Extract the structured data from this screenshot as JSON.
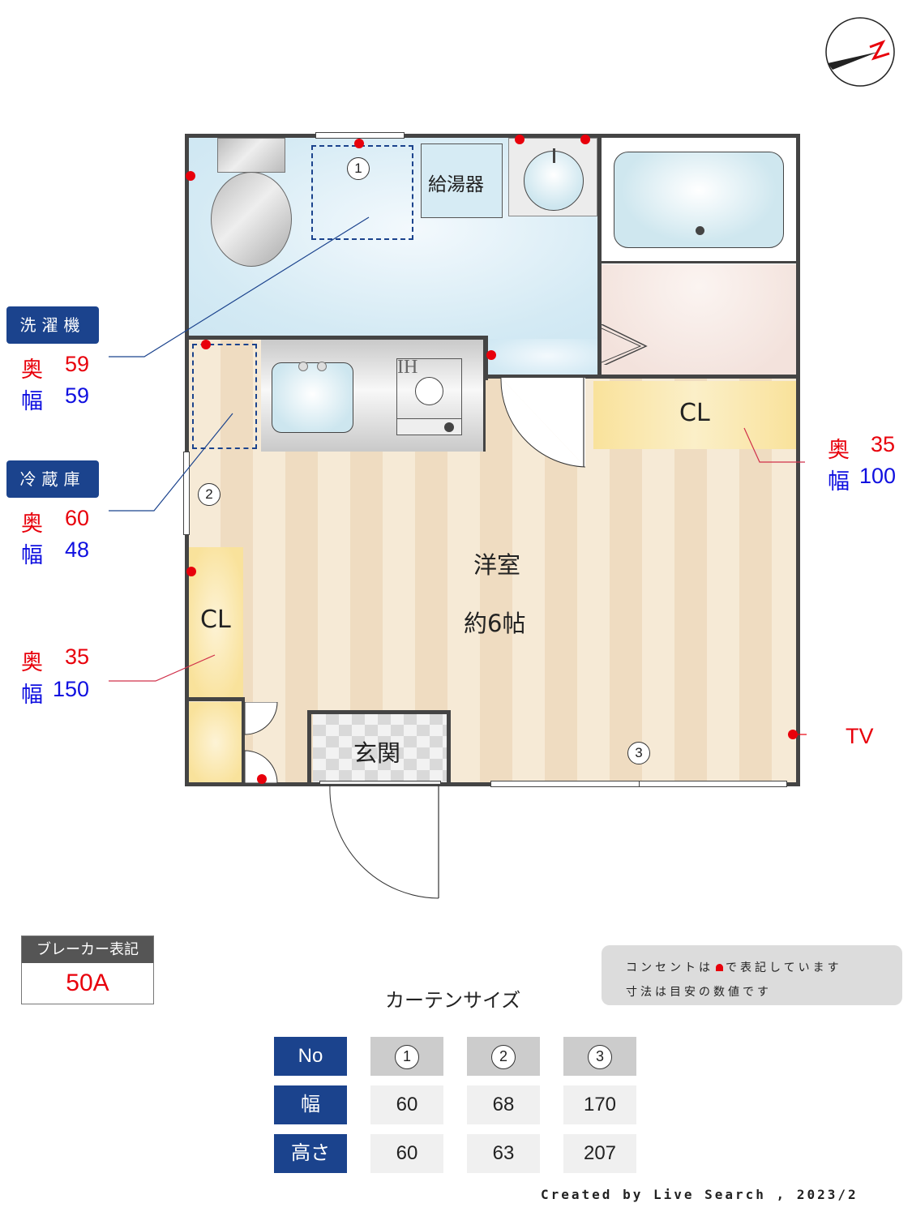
{
  "compass": {
    "label": "N",
    "icon": "north-arrow-icon"
  },
  "rooms": {
    "water_heater": "給湯器",
    "western_room": "洋室",
    "western_room_size": "約6帖",
    "closet_right": "CL",
    "closet_left": "CL",
    "entrance": "玄関",
    "ih_label": "IH"
  },
  "callouts": {
    "washer": {
      "title": "洗濯機",
      "depth_label": "奥",
      "depth": "59",
      "width_label": "幅",
      "width": "59"
    },
    "fridge": {
      "title": "冷蔵庫",
      "depth_label": "奥",
      "depth": "60",
      "width_label": "幅",
      "width": "48"
    },
    "closet_left": {
      "depth_label": "奥",
      "depth": "35",
      "width_label": "幅",
      "width": "150"
    },
    "closet_right": {
      "depth_label": "奥",
      "depth": "35",
      "width_label": "幅",
      "width": "100"
    },
    "tv": "TV"
  },
  "window_markers": [
    "1",
    "2",
    "3"
  ],
  "breaker": {
    "title": "ブレーカー表記",
    "value": "50A"
  },
  "notes": {
    "line1_before": "コンセントは",
    "line1_after": "で表記しています",
    "line2": "寸法は目安の数値です"
  },
  "curtain_table": {
    "title": "カーテンサイズ",
    "headers": [
      "No",
      "幅",
      "高さ"
    ],
    "columns": [
      {
        "no": "1",
        "width": "60",
        "height": "60"
      },
      {
        "no": "2",
        "width": "68",
        "height": "63"
      },
      {
        "no": "3",
        "width": "170",
        "height": "207"
      }
    ]
  },
  "footer": {
    "credit": "Created by Live Search , 2023/2"
  },
  "colors": {
    "label_blue": "#1b438d",
    "outlet_red": "#e8000b",
    "dim_blue": "#1010e0",
    "wall": "#444444"
  }
}
